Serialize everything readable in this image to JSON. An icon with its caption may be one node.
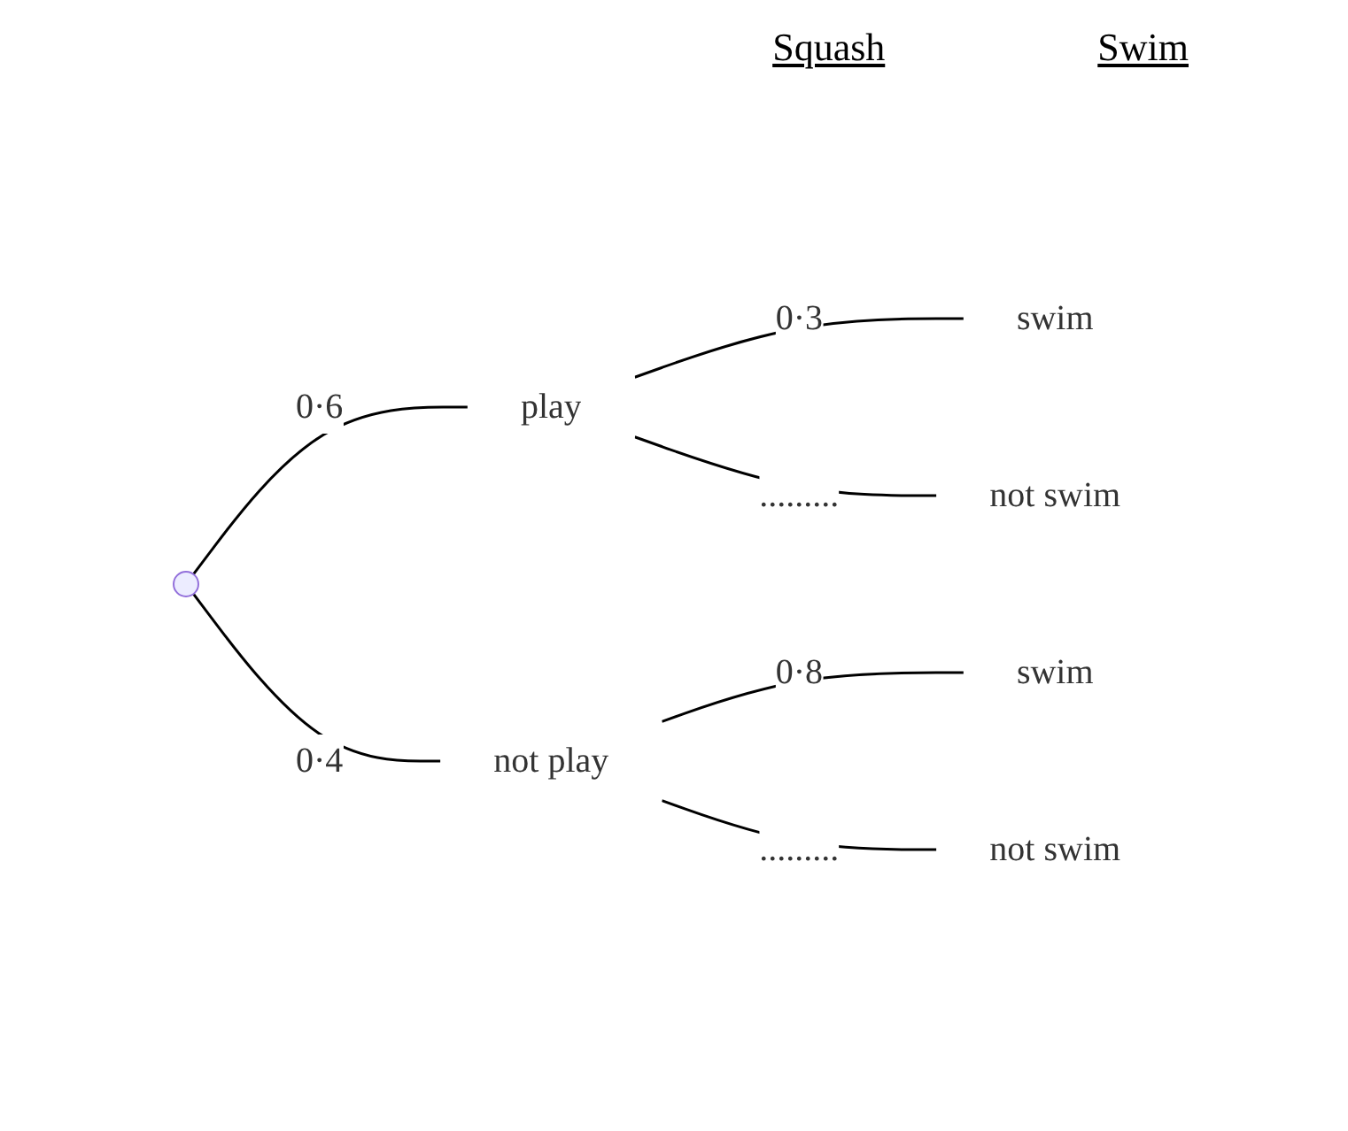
{
  "diagram": {
    "nodes": [
      {
        "text": [],
        "shape": "circle"
      },
      {
        "text": [
          "play"
        ]
      },
      {
        "text": [
          "not play"
        ]
      },
      {
        "text": [
          "swim"
        ]
      },
      {
        "text": [
          "not swim"
        ]
      },
      {
        "text": [
          "swim"
        ]
      },
      {
        "text": [
          "not swim"
        ]
      }
    ],
    "edges": [
      {
        "from": 0,
        "to": 1,
        "arrow": "none",
        "label": "0·6"
      },
      {
        "from": 0,
        "to": 2,
        "arrow": "none",
        "label": "0·4"
      },
      {
        "from": 1,
        "to": 3,
        "arrow": "none",
        "label": "0·3"
      },
      {
        "from": 1,
        "to": 4,
        "arrow": "none",
        "label": "........."
      },
      {
        "from": 2,
        "to": 5,
        "arrow": "none",
        "label": "0·8"
      },
      {
        "from": 2,
        "to": 6,
        "arrow": "none",
        "label": "........."
      }
    ],
    "labels": [
      "Squash",
      "Swim"
    ]
  }
}
